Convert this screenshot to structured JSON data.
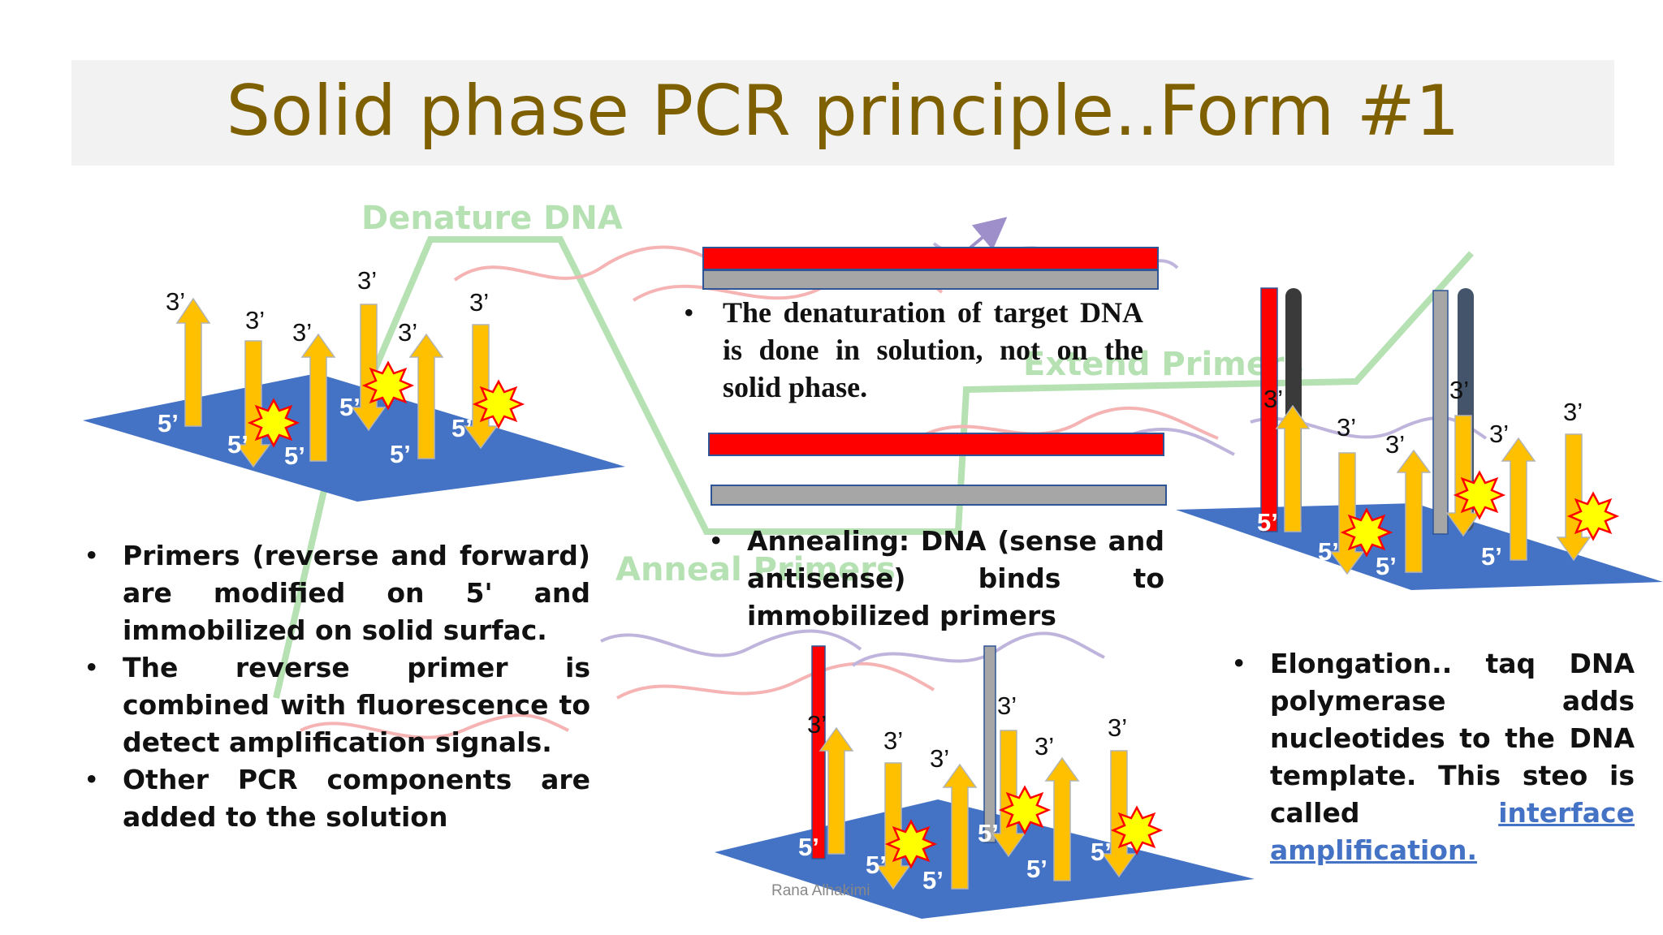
{
  "title": "Solid phase PCR principle..Form #1",
  "footer": "Rana Alhakimi",
  "bg_labels": {
    "denature": "Denature DNA",
    "anneal": "Anneal Primers",
    "extend": "Extend Primers"
  },
  "strand_labels": {
    "three_prime": "3’",
    "five_prime": "5’"
  },
  "colors": {
    "title": "#7f6000",
    "surface": "#4472c4",
    "primer": "#ffc000",
    "fluorescence": "#ffff00",
    "dna_sense": "#ff0000",
    "dna_antisense": "#a6a6a6",
    "link": "#4472c4"
  },
  "left_text": {
    "bullets": [
      "Primers (reverse and forward) are modified on 5' and immobilized on solid surfac.",
      "The reverse primer is combined with fluorescence to detect amplification signals.",
      "Other PCR components are added to the solution"
    ]
  },
  "denature_text": "The denaturation of target DNA is done in solution, not on the solid phase.",
  "anneal_text": "Annealing: DNA (sense and antisense) binds to immobilized primers",
  "elongation_text": {
    "body": "Elongation.. taq DNA polymerase adds nucleotides to the DNA template. This steo is called",
    "link": "interface amplification."
  }
}
